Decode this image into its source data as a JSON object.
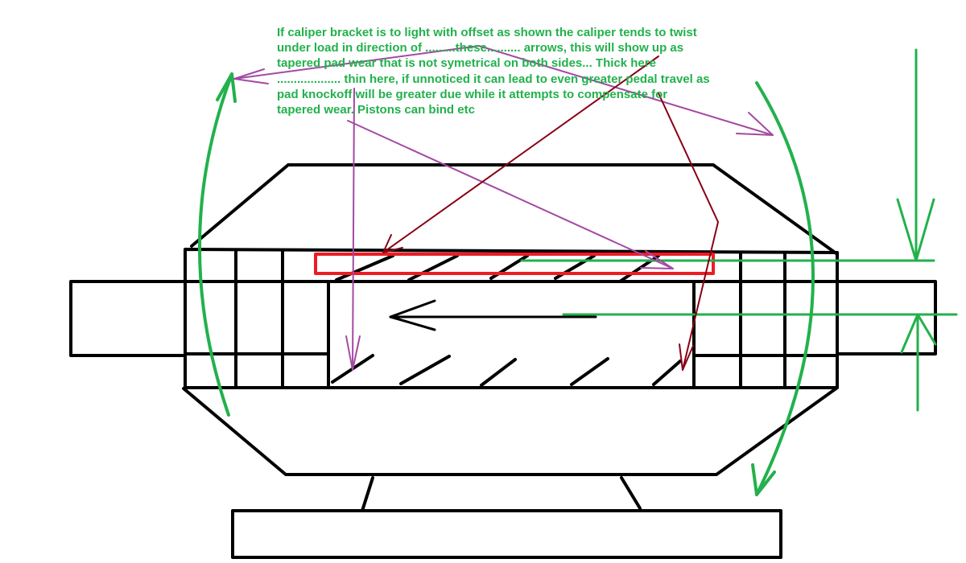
{
  "annotation": {
    "lines": [
      "If caliper bracket is to light with offset as shown the caliper tends to twist",
      "under load in direction of .........these.......... arrows, this will show up as",
      "tapered pad wear that is not symetrical on both sides... Thick here",
      "................... thin here, if unnoticed it can lead to even greater pedal travel as",
      "pad knockoff will be greater due while  it attempts to compensate for",
      "tapered wear. Pistons can bind etc"
    ]
  },
  "colors": {
    "outline": "#000000",
    "annotation_text": "#22b14c",
    "twist_arrows": "#22b14c",
    "pointer_purple": "#a349a4",
    "pointer_maroon": "#880015",
    "highlight_box": "#ed1c24"
  }
}
